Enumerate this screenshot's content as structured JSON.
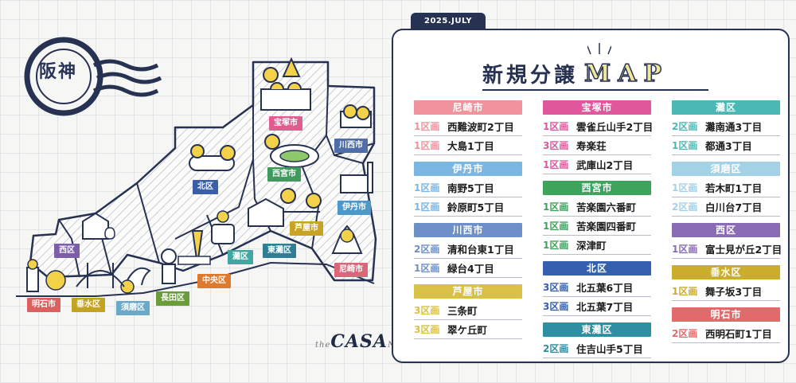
{
  "stamp": {
    "label": "阪神"
  },
  "map_labels": [
    {
      "id": "takarazuka",
      "text": "宝塚市",
      "color": "#de5f8e"
    },
    {
      "id": "kawanishi",
      "text": "川西市",
      "color": "#4f6ea8"
    },
    {
      "id": "kita",
      "text": "北区",
      "color": "#3a5ea8"
    },
    {
      "id": "nishinomiya",
      "text": "西宮市",
      "color": "#3f9a5c"
    },
    {
      "id": "itami",
      "text": "伊丹市",
      "color": "#4d97c9"
    },
    {
      "id": "ashiya",
      "text": "芦屋市",
      "color": "#c9a324"
    },
    {
      "id": "nishi",
      "text": "西区",
      "color": "#7c5fa8"
    },
    {
      "id": "nada",
      "text": "灘区",
      "color": "#44a6a3"
    },
    {
      "id": "higashinada",
      "text": "東灘区",
      "color": "#2f7e93"
    },
    {
      "id": "amagasaki",
      "text": "尼崎市",
      "color": "#d96679"
    },
    {
      "id": "chuo",
      "text": "中央区",
      "color": "#dc7a30"
    },
    {
      "id": "nagata",
      "text": "長田区",
      "color": "#6a9d3a"
    },
    {
      "id": "akashi",
      "text": "明石市",
      "color": "#dc6060"
    },
    {
      "id": "tarumi",
      "text": "垂水区",
      "color": "#c2a322"
    },
    {
      "id": "suma",
      "text": "須磨区",
      "color": "#6aa9c7"
    }
  ],
  "logo": {
    "brand": "CASA",
    "prefix": "the",
    "suffix": "Net"
  },
  "panel": {
    "date": "2025.JULY",
    "title_jp": "新規分譲",
    "title_en": "MAP",
    "columns": [
      [
        {
          "name": "尼崎市",
          "color": "#f0939d",
          "entries": [
            {
              "count": "1区画",
              "place": "西難波町2丁目"
            },
            {
              "count": "1区画",
              "place": "大島1丁目"
            }
          ]
        },
        {
          "name": "伊丹市",
          "color": "#7cb6e3",
          "entries": [
            {
              "count": "1区画",
              "place": "南野5丁目"
            },
            {
              "count": "1区画",
              "place": "鈴原町5丁目"
            }
          ]
        },
        {
          "name": "川西市",
          "color": "#6f8fc9",
          "entries": [
            {
              "count": "2区画",
              "place": "清和台東1丁目"
            },
            {
              "count": "1区画",
              "place": "緑台4丁目"
            }
          ]
        },
        {
          "name": "芦屋市",
          "color": "#d8c145",
          "entries": [
            {
              "count": "3区画",
              "place": "三条町"
            },
            {
              "count": "3区画",
              "place": "翠ケ丘町"
            }
          ]
        }
      ],
      [
        {
          "name": "宝塚市",
          "color": "#e0579b",
          "entries": [
            {
              "count": "1区画",
              "place": "雲雀丘山手2丁目"
            },
            {
              "count": "3区画",
              "place": "寿楽荘"
            },
            {
              "count": "1区画",
              "place": "武庫山2丁目"
            }
          ]
        },
        {
          "name": "西宮市",
          "color": "#3ea35d",
          "entries": [
            {
              "count": "1区画",
              "place": "苦楽園六番町"
            },
            {
              "count": "1区画",
              "place": "苦楽園四番町"
            },
            {
              "count": "1区画",
              "place": "深津町"
            }
          ]
        },
        {
          "name": "北区",
          "color": "#3660ad",
          "entries": [
            {
              "count": "3区画",
              "place": "北五葉6丁目"
            },
            {
              "count": "3区画",
              "place": "北五葉7丁目"
            }
          ]
        },
        {
          "name": "東灘区",
          "color": "#2f8ea1",
          "entries": [
            {
              "count": "2区画",
              "place": "住吉山手5丁目"
            }
          ]
        }
      ],
      [
        {
          "name": "灘区",
          "color": "#4cb8b5",
          "entries": [
            {
              "count": "2区画",
              "place": "灘南通3丁目"
            },
            {
              "count": "1区画",
              "place": "都通3丁目"
            }
          ]
        },
        {
          "name": "須磨区",
          "color": "#a3d1e6",
          "entries": [
            {
              "count": "1区画",
              "place": "若木町1丁目"
            },
            {
              "count": "2区画",
              "place": "白川台7丁目"
            }
          ]
        },
        {
          "name": "西区",
          "color": "#8a6bb5",
          "entries": [
            {
              "count": "1区画",
              "place": "富士見が丘2丁目"
            }
          ]
        },
        {
          "name": "垂水区",
          "color": "#c9ad2b",
          "entries": [
            {
              "count": "1区画",
              "place": "舞子坂3丁目"
            }
          ]
        },
        {
          "name": "明石市",
          "color": "#e26a6a",
          "entries": [
            {
              "count": "2区画",
              "place": "西明石町1丁目"
            }
          ]
        }
      ]
    ]
  }
}
